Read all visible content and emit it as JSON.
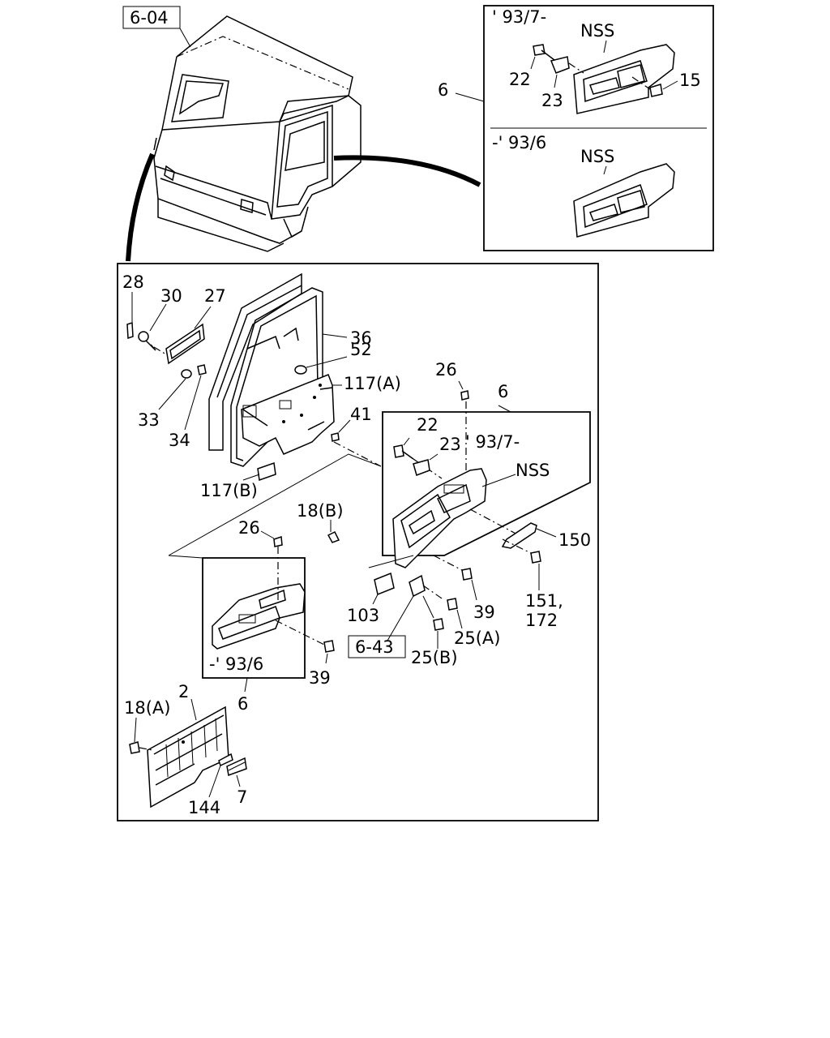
{
  "main_ref": "6-04",
  "inset": {
    "part_no": "6",
    "late_period": "' 93/7-",
    "early_period": "-' 93/6",
    "late_nss": "NSS",
    "early_nss": "NSS",
    "c22": "22",
    "c23": "23",
    "c15": "15"
  },
  "callouts": {
    "c28": "28",
    "c30": "30",
    "c27": "27",
    "c36": "36",
    "c52": "52",
    "c117a": "117(A)",
    "c26a": "26",
    "c6a": "6",
    "c33": "33",
    "c34": "34",
    "c41": "41",
    "c22": "22",
    "c23": "23",
    "c9371": "' 93/7-",
    "cnss": "NSS",
    "c117b": "117(B)",
    "c18b": "18(B)",
    "c26b": "26",
    "c150": "150",
    "c39a": "39",
    "c151": "151,",
    "c172": "172",
    "c103": "103",
    "c25a": "25(A)",
    "c643": "6-43",
    "c25b": "25(B)",
    "c936": "-' 93/6",
    "c39b": "39",
    "c6b": "6",
    "c2": "2",
    "c18a": "18(A)",
    "c144": "144",
    "c7": "7"
  }
}
